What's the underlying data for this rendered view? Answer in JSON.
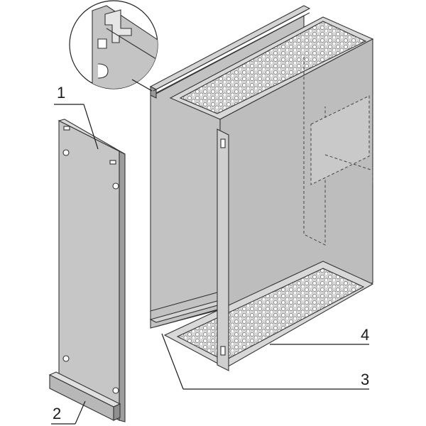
{
  "callouts": [
    {
      "id": "1",
      "label": "1"
    },
    {
      "id": "2",
      "label": "2"
    },
    {
      "id": "3",
      "label": "3"
    },
    {
      "id": "4",
      "label": "4"
    }
  ],
  "colors": {
    "panel": "#c8c8c8",
    "panel_dark": "#a9a9a9",
    "panel_light": "#dedede",
    "outline": "#333333",
    "background": "#ffffff"
  }
}
